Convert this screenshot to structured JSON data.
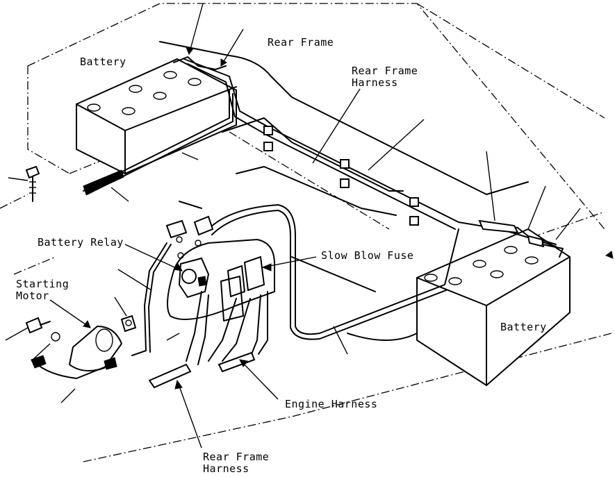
{
  "labels": {
    "battery_left": "Battery",
    "rear_frame": "Rear Frame",
    "rear_frame_harness_top": [
      "Rear Frame",
      "Harness"
    ],
    "battery_relay": "Battery Relay",
    "slow_blow_fuse": "Slow Blow Fuse",
    "starting_motor": [
      "Starting",
      "Motor"
    ],
    "battery_right": "Battery",
    "engine_harness": "Engine Harness",
    "rear_frame_harness_bottom": [
      "Rear Frame",
      "Harness"
    ]
  }
}
